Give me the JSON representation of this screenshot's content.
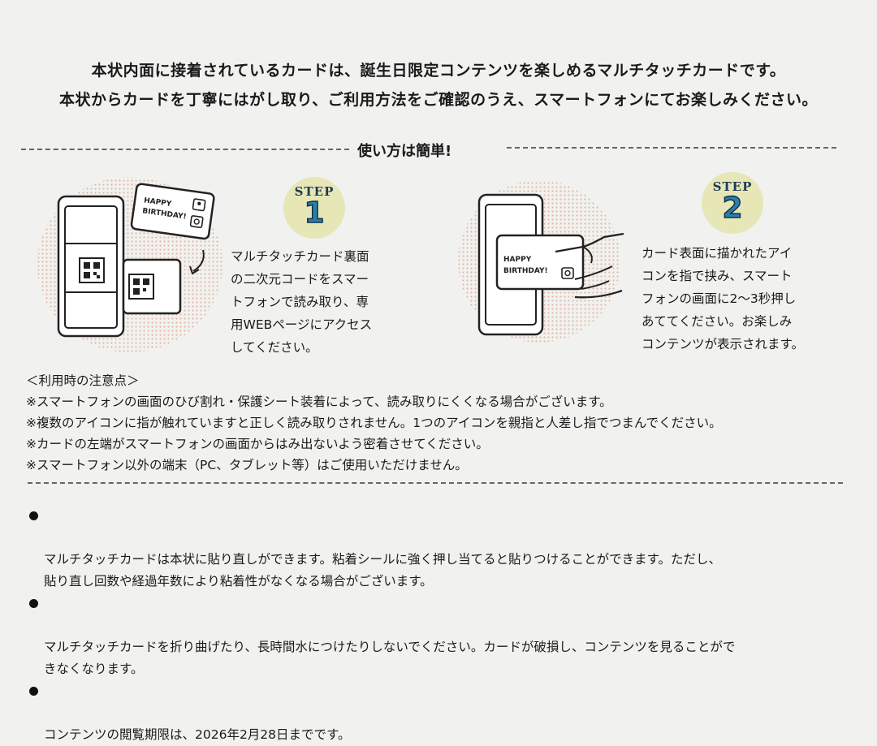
{
  "intro": {
    "line1": "本状内面に接着されているカードは、誕生日限定コンテンツを楽しめるマルチタッチカードです。",
    "line2": "本状からカードを丁寧にはがし取り、ご利用方法をご確認のうえ、スマートフォンにてお楽しみください。"
  },
  "howto_title": "使い方は簡単!",
  "card_text": {
    "line1": "HAPPY",
    "line2": "BIRTHDAY!"
  },
  "steps": [
    {
      "word": "STEP",
      "number": "1",
      "text": "マルチタッチカード裏面\nの二次元コードをスマー\nトフォンで読み取り、専\n用WEBページにアクセス\nしてください。"
    },
    {
      "word": "STEP",
      "number": "2",
      "text": "カード表面に描かれたアイ\nコンを指で挟み、スマート\nフォンの画面に2〜3秒押し\nあててください。お楽しみ\nコンテンツが表示されます。"
    }
  ],
  "notes": {
    "title": "＜利用時の注意点＞",
    "items": [
      "※スマートフォンの画面のひび割れ・保護シート装着によって、読み取りにくくなる場合がございます。",
      "※複数のアイコンに指が触れていますと正しく読み取りされません。1つのアイコンを親指と人差し指でつまんでください。",
      "※カードの左端がスマートフォンの画面からはみ出ないよう密着させてください。",
      "※スマートフォン以外の端末（PC、タブレット等）はご使用いただけません。"
    ]
  },
  "bullets": [
    "マルチタッチカードは本状に貼り直しができます。粘着シールに強く押し当てると貼りつけることができます。ただし、\n貼り直し回数や経過年数により粘着性がなくなる場合がございます。",
    "マルチタッチカードを折り曲げたり、長時間水につけたりしないでください。カードが破損し、コンテンツを見ることがで\nきなくなります。",
    "コンテンツの閲覧期限は、2026年2月28日までです。"
  ],
  "colors": {
    "background": "#f1f2ef",
    "badge": "#e7e6b6",
    "step_number": "#2a7fa8",
    "dot_pattern": "#e3b8a8"
  },
  "icons": [
    "qr-code-icon",
    "person-icon",
    "camera-icon",
    "finger-icon",
    "curved-arrow-icon"
  ]
}
